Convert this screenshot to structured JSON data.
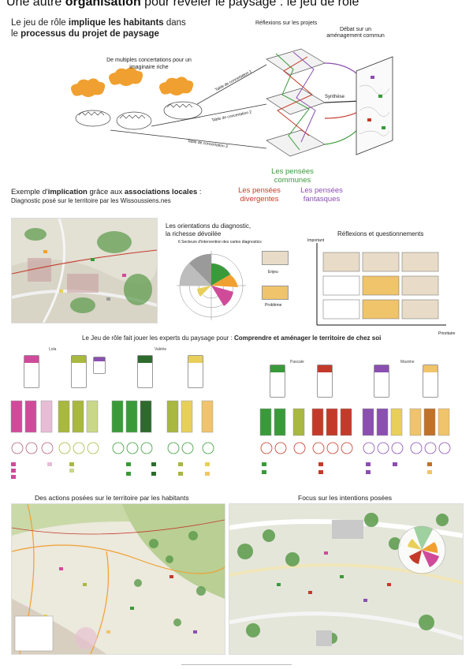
{
  "title": {
    "part1": "Une autre ",
    "bold": "organisation",
    "part2": " pour révéler le paysage : le jeu de rôle"
  },
  "intro": {
    "l1a": "Le jeu de rôle ",
    "l1b": "implique les habitants",
    "l1c": " dans",
    "l2a": "le ",
    "l2b": "processus du projet de paysage"
  },
  "diagram": {
    "concertations": "De multiples concertations pour un imaginaire riche",
    "table1": "Table de concertation 1",
    "table2": "Table de concertation 2",
    "table3": "Table de concertation 3",
    "reflexions": "Réflexions sur les projets",
    "debat": "Débat sur un aménagement commun",
    "synthese": "Synthèse",
    "convergent": "Les pensées communes",
    "divergent": "Les pensées divergentes",
    "fantastic": "Les pensées fantasques"
  },
  "example": {
    "l1a": "Exemple d'",
    "l1b": "implication",
    "l1c": " grâce aux ",
    "l1d": "associations locales",
    "l1e": " :",
    "l2": "Diagnostic posé sur le territoire par les Wissoussiens.nes"
  },
  "orient": {
    "title": "Les orientations du diagnostic,",
    "title2": "la richesse dévoilée",
    "sub": "6 Secteurs d'intervention des cartes diagnostics",
    "enjeu": "Enjeu",
    "probleme": "Problème"
  },
  "reflexQ": {
    "title": "Réflexions et questionnements",
    "yaxis": "Important",
    "xaxis": "Prioritaire"
  },
  "experts": {
    "a": "Le Jeu de rôle fait jouer les experts du paysage pour : ",
    "b": "Comprendre et aménager le territoire de chez soi"
  },
  "groups": {
    "g1": "Lola",
    "g2": "Valérie",
    "g3": "Pascale",
    "g4": "Maxime"
  },
  "actions": {
    "title": "Des actions posées sur le territoire par les habitants"
  },
  "focus": {
    "title": "Focus sur les intentions posées"
  },
  "colors": {
    "orange": "#f0a030",
    "green": "#3a9a3a",
    "red": "#c43a2a",
    "violet": "#8a4fb0",
    "pink": "#d04a9a",
    "olive": "#a8b840",
    "darkgreen": "#2d6b2d",
    "yellow": "#e8cf5a",
    "grey": "#9a9a9a",
    "brown": "#c0712a"
  }
}
